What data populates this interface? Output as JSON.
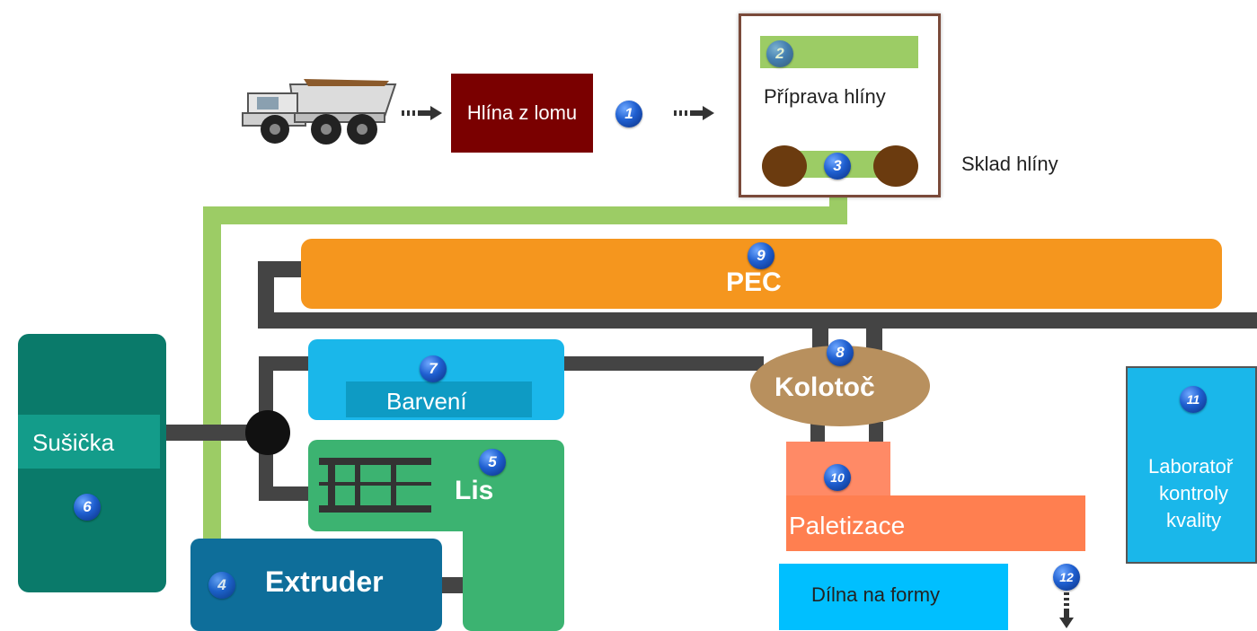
{
  "labels": {
    "clay_from_quarry": "Hlína z lomu",
    "clay_preparation": "Příprava hlíny",
    "clay_storage": "Sklad hlíny",
    "kiln": "PEC",
    "dryer": "Sušička",
    "coloring": "Barvení",
    "press": "Lis",
    "extruder": "Extruder",
    "carousel": "Kolotoč",
    "palletizing": "Paletizace",
    "mold_workshop": "Dílna na formy",
    "lab_line1": "Laboratoř",
    "lab_line2": "kontroly",
    "lab_line3": "kvality"
  },
  "badges": {
    "b1": "1",
    "b2": "2",
    "b3": "3",
    "b4": "4",
    "b5": "5",
    "b6": "6",
    "b7": "7",
    "b8": "8",
    "b9": "9",
    "b10": "10",
    "b11": "11",
    "b12": "12"
  },
  "colors": {
    "kiln": "#f5961e",
    "dryer": "#0a7a6a",
    "coloring": "#1ab7ea",
    "press": "#3cb371",
    "extruder": "#0e6e9a",
    "carousel": "#b8905e",
    "palletizing": "#ff7f50",
    "mold_workshop": "#00bfff",
    "lab": "#1ab7ea",
    "quarry": "#7a0000",
    "conveyor_green": "#9ccc65",
    "conveyor_dark": "#444444"
  }
}
